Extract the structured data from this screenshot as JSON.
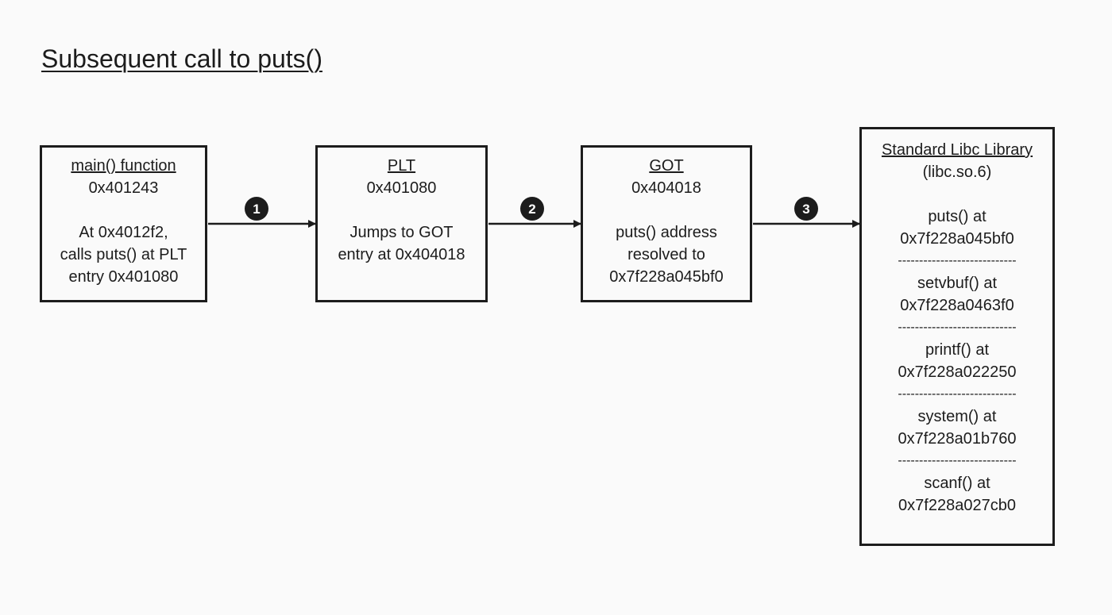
{
  "title": "Subsequent call to puts()",
  "main_box": {
    "heading": "main() function",
    "address": "0x401243",
    "lines": [
      "At 0x4012f2,",
      "calls puts() at PLT",
      "entry 0x401080"
    ]
  },
  "plt_box": {
    "heading": "PLT",
    "address": "0x401080",
    "lines": [
      "Jumps to GOT",
      "entry at 0x404018"
    ]
  },
  "got_box": {
    "heading": "GOT",
    "address": "0x404018",
    "lines": [
      "puts() address",
      "resolved to",
      "0x7f228a045bf0"
    ]
  },
  "libc_box": {
    "heading": "Standard Libc Library",
    "subheading": "(libc.so.6)",
    "divider": "----------------------------",
    "entries": [
      {
        "name": "puts() at",
        "address": "0x7f228a045bf0"
      },
      {
        "name": "setvbuf() at",
        "address": "0x7f228a0463f0"
      },
      {
        "name": "printf() at",
        "address": "0x7f228a022250"
      },
      {
        "name": "system() at",
        "address": "0x7f228a01b760"
      },
      {
        "name": "scanf() at",
        "address": "0x7f228a027cb0"
      }
    ]
  },
  "steps": [
    "1",
    "2",
    "3"
  ],
  "colors": {
    "background": "#fafafa",
    "ink": "#1c1c1c",
    "badge_text": "#ffffff"
  }
}
